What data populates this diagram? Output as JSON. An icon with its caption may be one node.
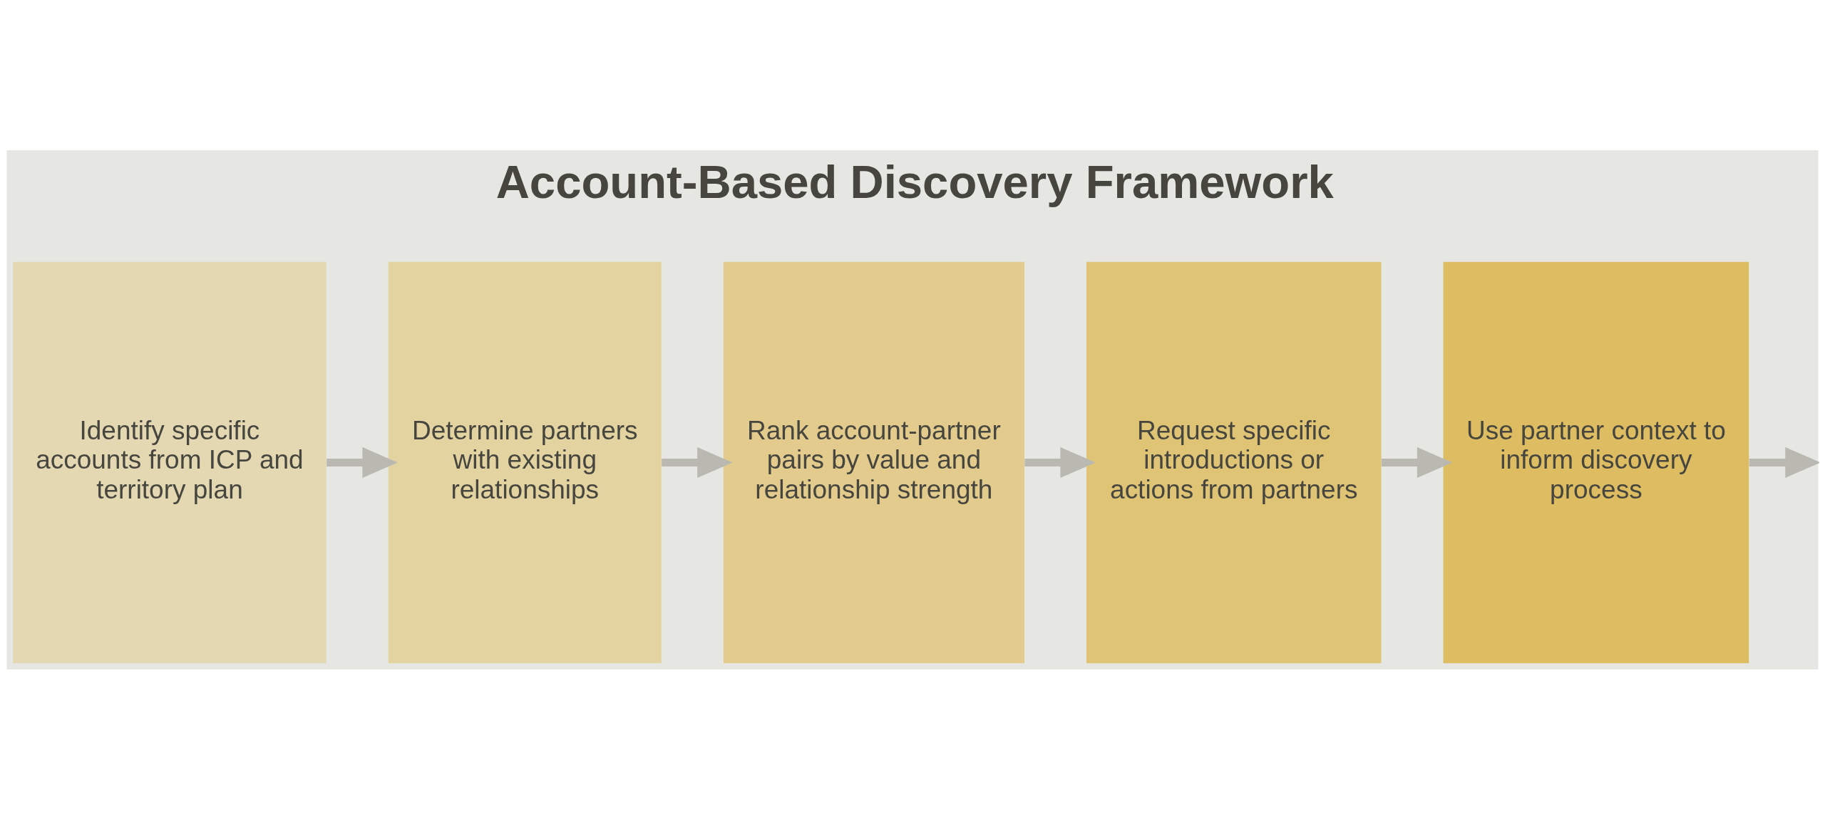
{
  "diagram": {
    "title": "Account-Based Discovery Framework",
    "nodes": [
      {
        "text": [
          "Identify specific accounts from ICP and territory plan"
        ]
      },
      {
        "text": [
          "Determine partners with existing relationships"
        ]
      },
      {
        "text": [
          "Rank account-partner pairs by value and relationship strength"
        ]
      },
      {
        "text": [
          "Request specific introductions or actions from partners"
        ]
      },
      {
        "text": [
          "Use partner context to inform discovery process"
        ]
      }
    ],
    "edges": [
      {
        "from": 0,
        "to": 1,
        "arrow": "to"
      },
      {
        "from": 1,
        "to": 2,
        "arrow": "to"
      },
      {
        "from": 2,
        "to": 3,
        "arrow": "to"
      },
      {
        "from": 3,
        "to": 4,
        "arrow": "to"
      },
      {
        "from": 4,
        "to": null,
        "arrow": "to"
      }
    ]
  }
}
